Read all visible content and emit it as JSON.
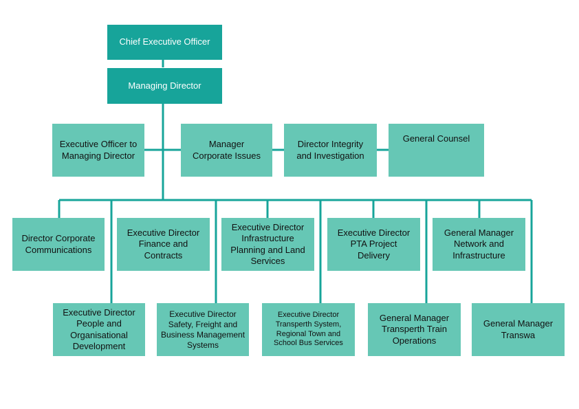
{
  "colors": {
    "line": "#17a49a",
    "box_light": "#66c7b5",
    "box_dark": "#17a49a"
  },
  "chart": {
    "ceo": "Chief Executive Officer",
    "md": "Managing Director",
    "tier1": {
      "exec_officer": "Executive Officer to\nManaging Director",
      "manager_corporate": "Manager\nCorporate Issues",
      "director_integrity": "Director Integrity\nand Investigation",
      "general_counsel": "General Counsel"
    },
    "tier2": {
      "corp_comms": "Director Corporate\nCommunications",
      "finance": "Executive Director\nFinance and\nContracts",
      "infrastructure": "Executive Director\nInfrastructure\nPlanning and Land\nServices",
      "pta": "Executive Director\nPTA Project\nDelivery",
      "network": "General Manager\nNetwork and\nInfrastructure"
    },
    "tier3": {
      "people": "Executive Director\nPeople and\nOrganisational\nDevelopment",
      "safety": "Executive Director\nSafety, Freight and\nBusiness Management\nSystems",
      "transperth_system": "Executive Director\nTransperth System,\nRegional Town and\nSchool Bus Services",
      "transperth_train": "General Manager\nTransperth Train\nOperations",
      "transwa": "General Manager\nTranswa"
    }
  }
}
